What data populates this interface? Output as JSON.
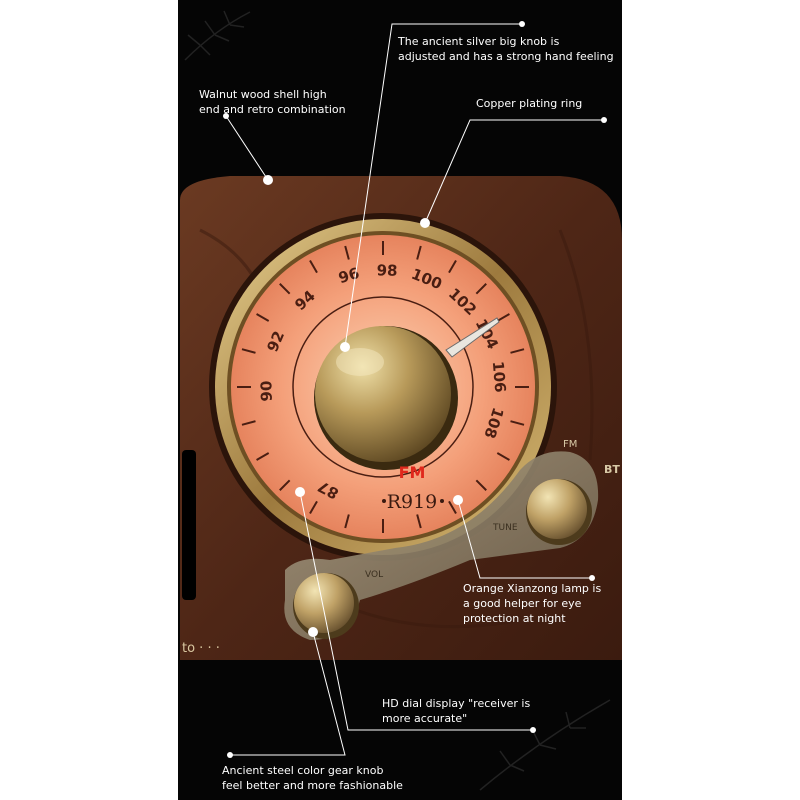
{
  "callouts": {
    "knob": {
      "line1": "The ancient silver big knob is",
      "line2": "adjusted and has a strong hand feeling"
    },
    "walnut": {
      "line1": "Walnut wood shell high",
      "line2": "end and retro combination"
    },
    "copper": {
      "line1": "Copper plating ring"
    },
    "lamp": {
      "line1": "Orange Xianzong lamp is",
      "line2": "a good helper for eye",
      "line3": " protection at night"
    },
    "hd": {
      "line1": "HD dial display \"receiver is",
      "line2": "more accurate\""
    },
    "gear": {
      "line1": "Ancient steel color gear knob",
      "line2": " feel better and more fashionable"
    }
  },
  "dial": {
    "numbers": [
      "87",
      "90",
      "92",
      "94",
      "96",
      "98",
      "100",
      "102",
      "104",
      "106",
      "108"
    ],
    "band": "FM",
    "model": "R919"
  },
  "side_labels": {
    "fm": "FM",
    "bt": "BT",
    "vol": "VOL",
    "tune": "TUNE"
  },
  "colors": {
    "background": "#000000",
    "wood": "#5a2e1b",
    "dial_glow": "#f5a27a",
    "brass": "#b8944e",
    "fm_red": "#e0281c"
  }
}
